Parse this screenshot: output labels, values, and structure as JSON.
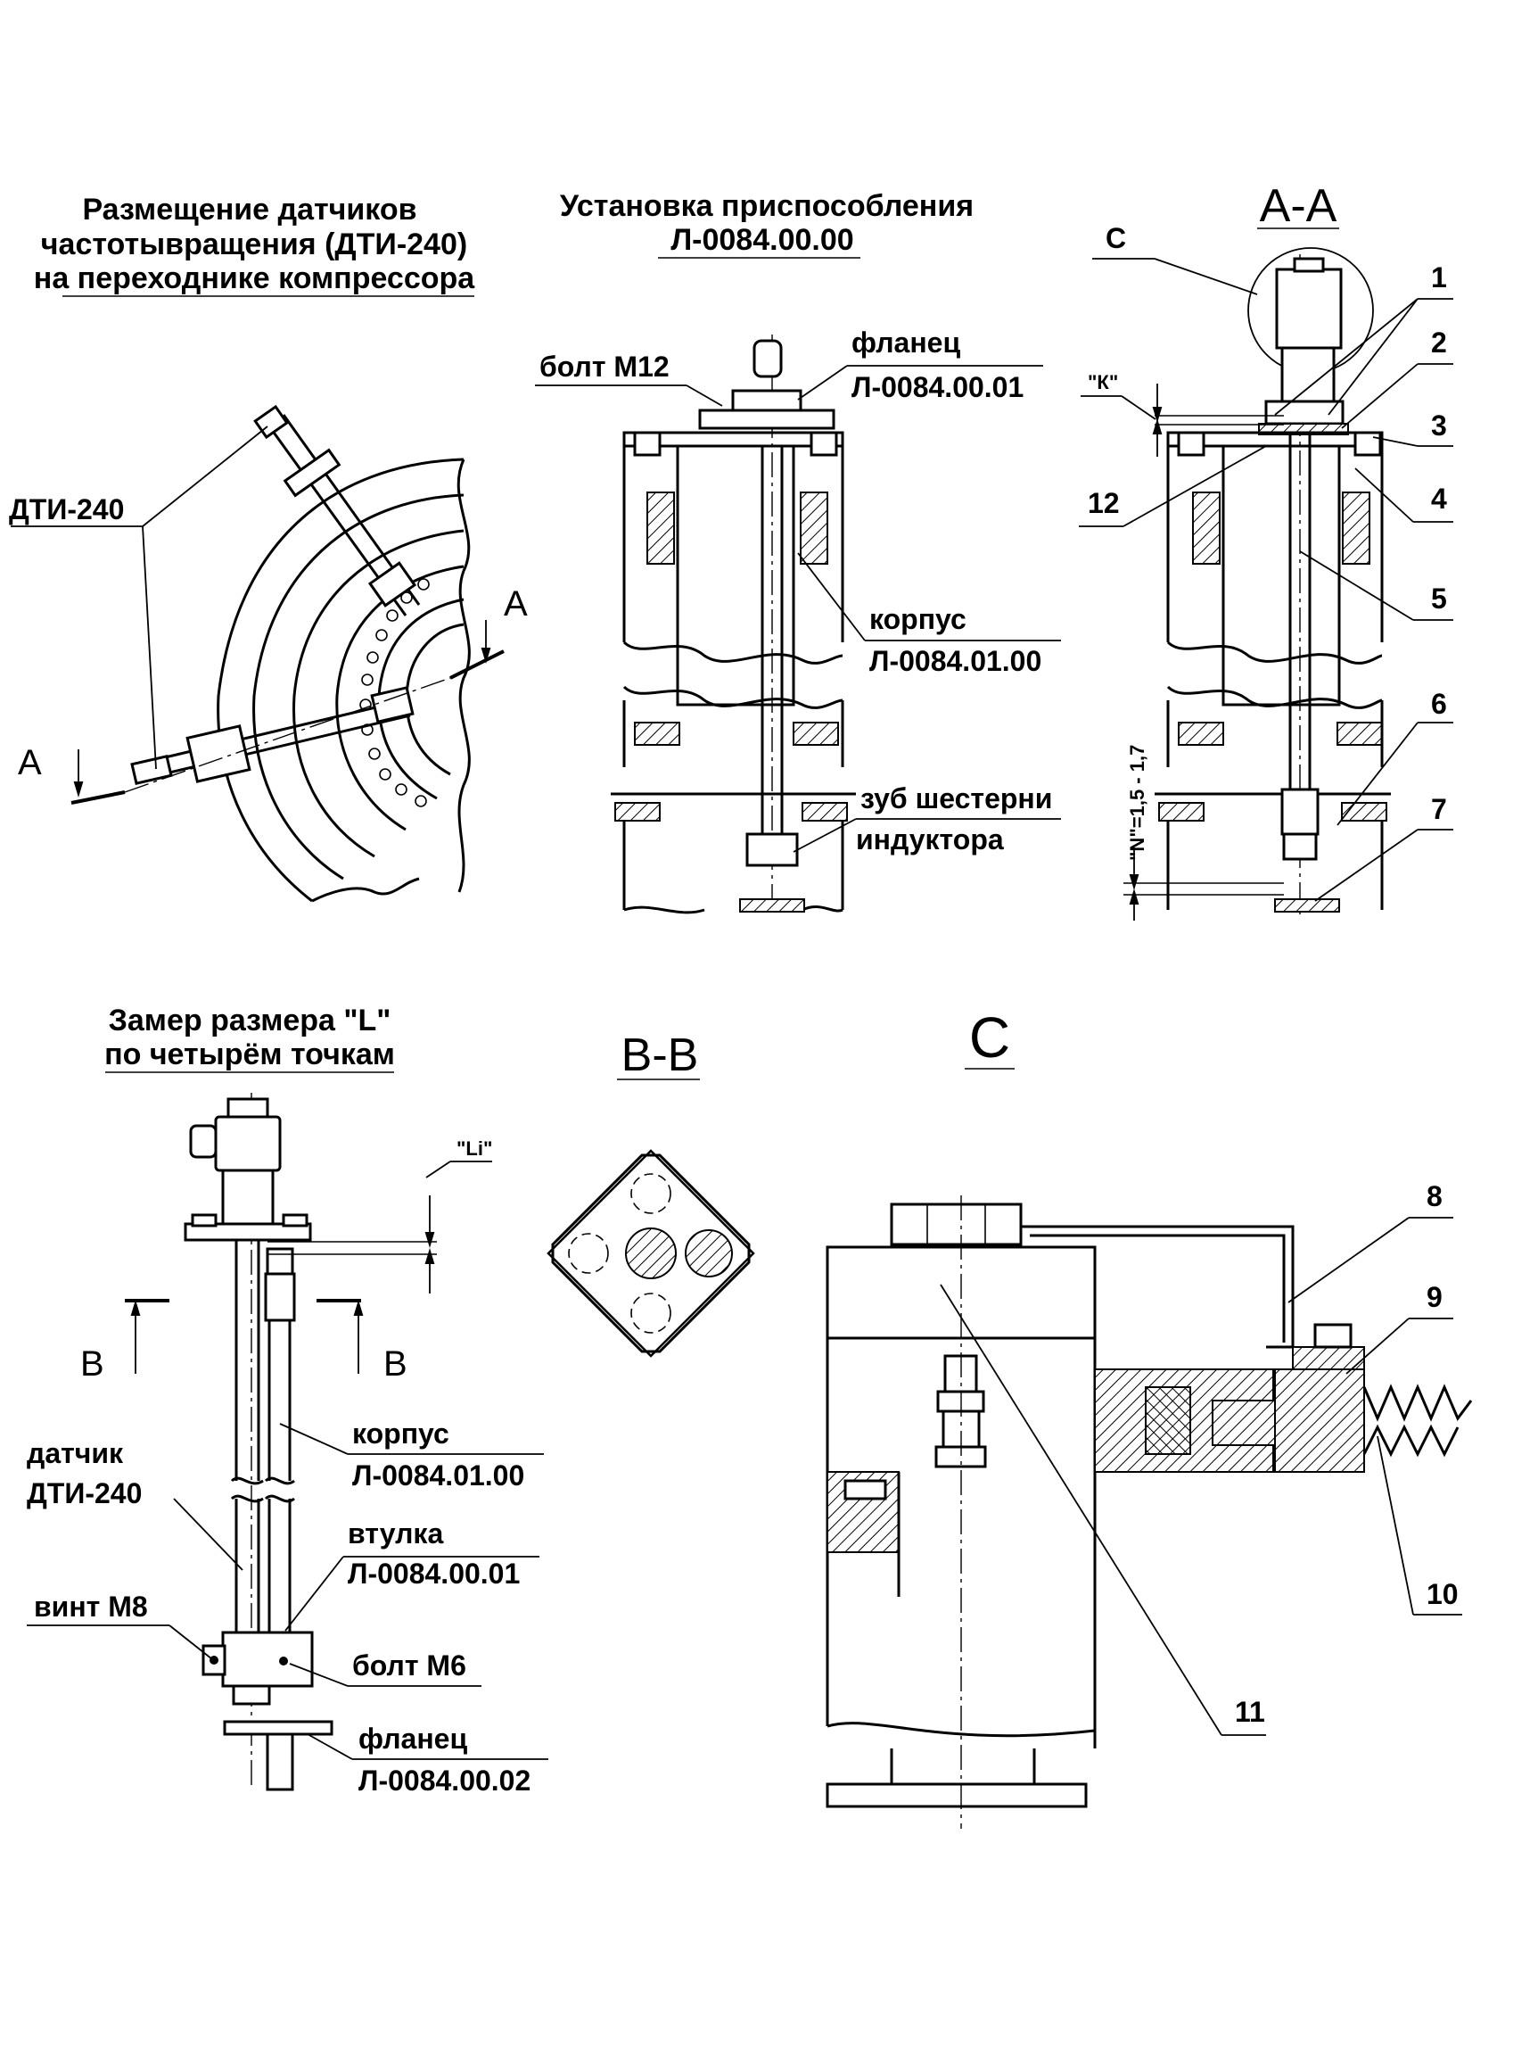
{
  "titles": {
    "sensor_placement": [
      "Размещение датчиков",
      "частотывращения (ДТИ-240)",
      "на переходнике компрессора"
    ],
    "fixture_install": [
      "Установка приспособления",
      "Л-0084.00.00"
    ],
    "section_aa": "А-А",
    "measure_l": [
      "Замер размера \"L\"",
      "по четырём точкам"
    ],
    "section_bb": "В-В",
    "view_c": "С"
  },
  "labels": {
    "dti240": "ДТИ-240",
    "cut_a_left": "А",
    "cut_a_right": "А",
    "bolt_m12": "болт М12",
    "flange_top": [
      "фланец",
      "Л-0084.00.01"
    ],
    "body_top": [
      "корпус",
      "Л-0084.01.00"
    ],
    "gear_tooth": [
      "зуб шестерни",
      "индуктора"
    ],
    "view_c_mark": "С",
    "k_mark": "\"К\"",
    "n_dim": "\"N\"=1,5 - 1,7",
    "li_mark": "\"Li\"",
    "cut_b_left": "В",
    "cut_b_right": "В",
    "sensor": [
      "датчик",
      "ДТИ-240"
    ],
    "screw_m8": "винт М8",
    "body_bottom": [
      "корпус",
      "Л-0084.01.00"
    ],
    "sleeve": [
      "втулка",
      "Л-0084.00.01"
    ],
    "bolt_m6": "болт М6",
    "flange_bottom": [
      "фланец",
      "Л-0084.00.02"
    ]
  },
  "positions": [
    "1",
    "2",
    "3",
    "4",
    "5",
    "6",
    "7",
    "8",
    "9",
    "10",
    "11",
    "12"
  ]
}
